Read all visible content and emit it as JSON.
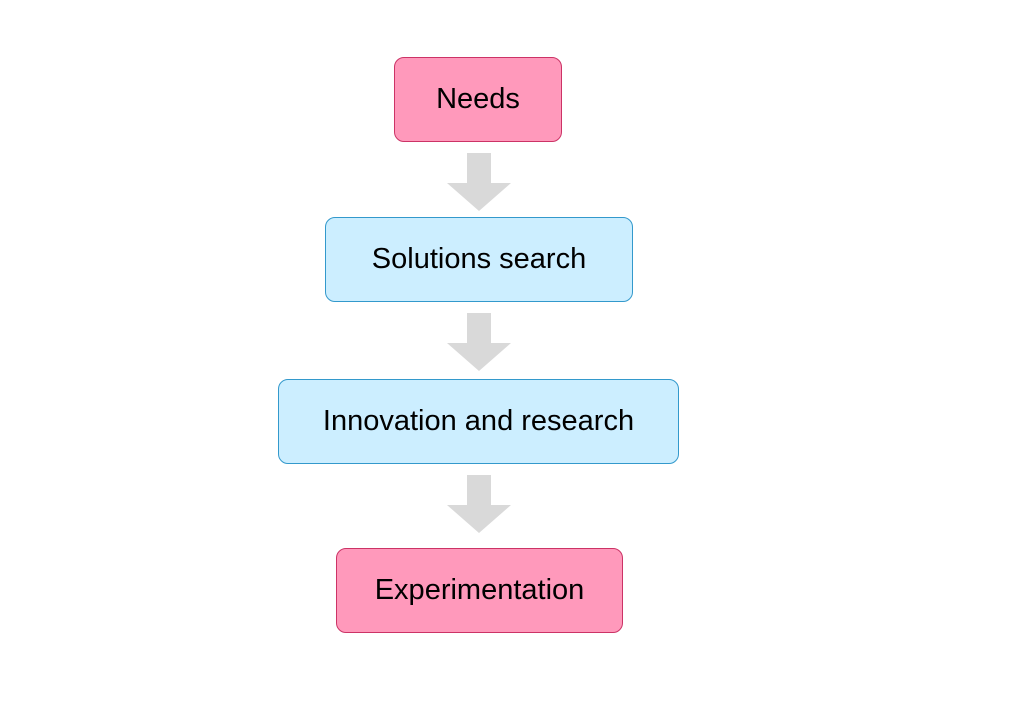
{
  "diagram": {
    "type": "flowchart",
    "direction": "top-to-bottom",
    "nodes": [
      {
        "id": "needs",
        "label": "Needs",
        "fill": "#ff99bb",
        "stroke": "#cc3366"
      },
      {
        "id": "solutions-search",
        "label": "Solutions search",
        "fill": "#cceeff",
        "stroke": "#3399cc"
      },
      {
        "id": "innovation-research",
        "label": "Innovation and research",
        "fill": "#cceeff",
        "stroke": "#3399cc"
      },
      {
        "id": "experimentation",
        "label": "Experimentation",
        "fill": "#ff99bb",
        "stroke": "#cc3366"
      }
    ],
    "edges": [
      {
        "from": "needs",
        "to": "solutions-search"
      },
      {
        "from": "solutions-search",
        "to": "innovation-research"
      },
      {
        "from": "innovation-research",
        "to": "experimentation"
      }
    ],
    "arrow_color": "#d9d9d9"
  }
}
